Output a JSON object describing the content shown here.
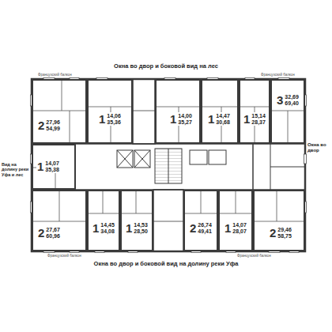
{
  "diagram": {
    "nodes": [
      {
        "text": [
          "2",
          "27,96",
          "54,99"
        ]
      },
      {
        "text": [
          "1",
          "14,06",
          "35,36"
        ]
      },
      {
        "text": [
          "1",
          "14,00",
          "35,27"
        ]
      },
      {
        "text": [
          "1",
          "14,47",
          "30,68"
        ]
      },
      {
        "text": [
          "1",
          "15,14",
          "28,37"
        ]
      },
      {
        "text": [
          "3",
          "32,69",
          "69,40"
        ]
      },
      {
        "text": [
          "1",
          "14,07",
          "35,38"
        ]
      },
      {
        "text": [
          "2",
          "27,67",
          "60,96"
        ]
      },
      {
        "text": [
          "1",
          "14,45",
          "34,08"
        ]
      },
      {
        "text": [
          "1",
          "14,53",
          "28,50"
        ]
      },
      {
        "text": [
          "2",
          "26,74",
          "49,41"
        ]
      },
      {
        "text": [
          "1",
          "14,07",
          "28,07"
        ]
      },
      {
        "text": [
          "2",
          "29,46",
          "58,75"
        ]
      }
    ],
    "labels": [
      "Окна во двор и боковой вид на лес",
      "Окна во двор и боковой вид на долину реки Уфа",
      "Вид на долину реки Уфа и лес",
      "Окна во двор",
      "Французский балкон",
      "Французский балкон",
      "Французский балкон",
      "Французский балкон"
    ]
  }
}
